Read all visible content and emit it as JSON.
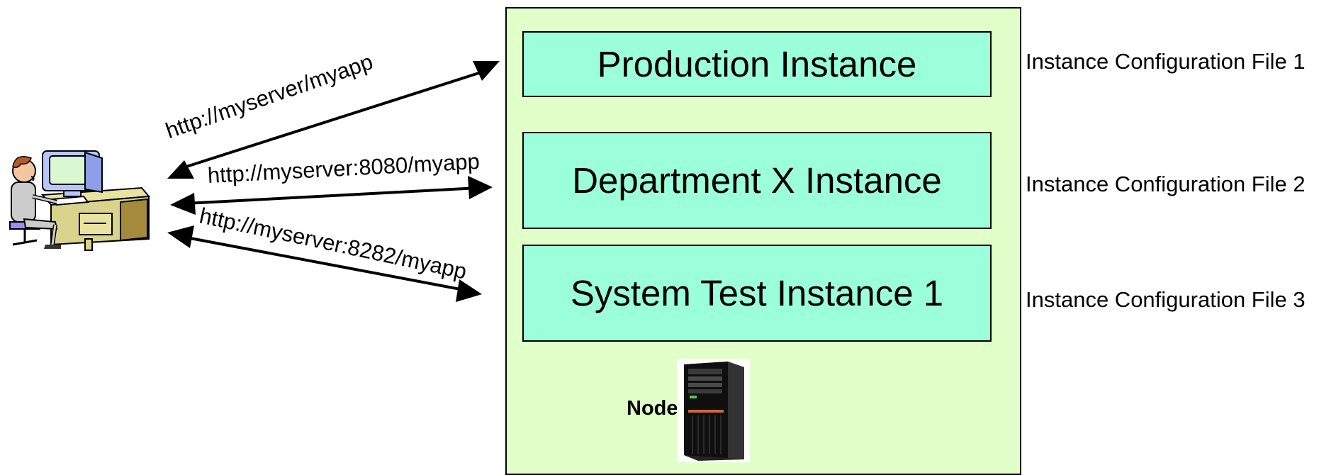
{
  "instances": [
    {
      "label": "Production Instance",
      "config": "Instance Configuration File 1",
      "url": "http://myserver/myapp"
    },
    {
      "label": "Department X Instance",
      "config": "Instance Configuration File 2",
      "url": "http://myserver:8080/myapp"
    },
    {
      "label": "System Test Instance 1",
      "config": "Instance Configuration File 3",
      "url": "http://myserver:8282/myapp"
    }
  ],
  "node": {
    "label": "Node",
    "icon": "server-tower-icon"
  },
  "client": {
    "icon": "person-at-computer-icon"
  },
  "colors": {
    "node_bg": "#e1ffc8",
    "instance_bg": "#9cffdc",
    "line": "#000000"
  }
}
